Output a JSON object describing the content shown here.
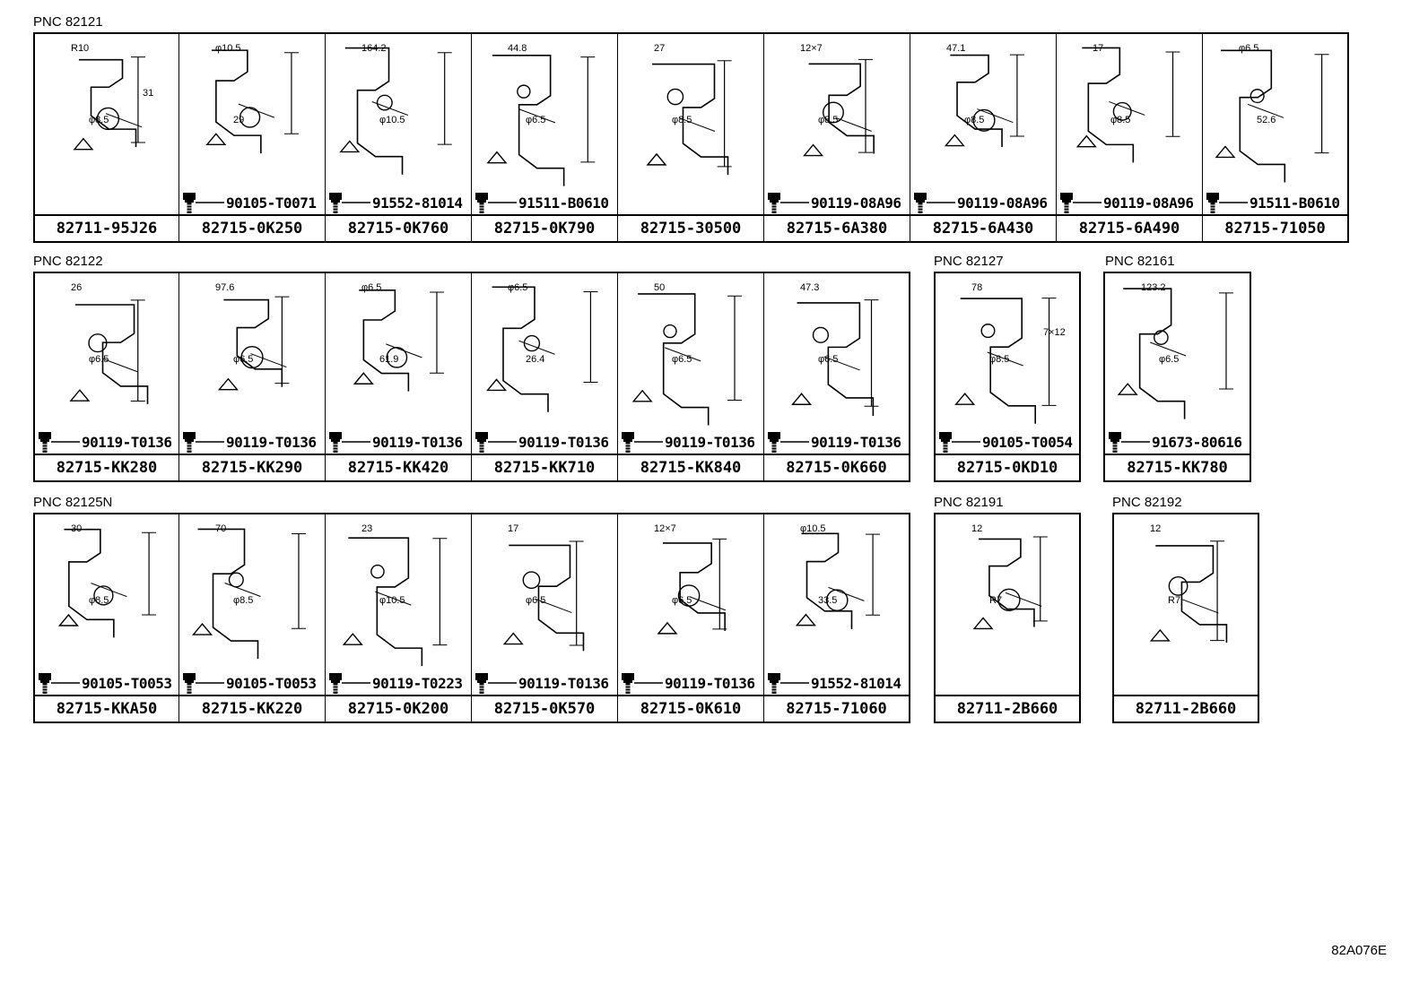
{
  "groups": [
    {
      "pnc": "PNC 82121",
      "cells": [
        {
          "part": "82711-95J26",
          "bolt": "",
          "dims": [
            "R10",
            "φ8.5",
            "31"
          ]
        },
        {
          "part": "82715-0K250",
          "bolt": "90105-T0071",
          "dims": [
            "φ10.5",
            "29"
          ]
        },
        {
          "part": "82715-0K760",
          "bolt": "91552-81014",
          "dims": [
            "164.2",
            "φ10.5"
          ]
        },
        {
          "part": "82715-0K790",
          "bolt": "91511-B0610",
          "dims": [
            "44.8",
            "φ6.5"
          ]
        },
        {
          "part": "82715-30500",
          "bolt": "",
          "dims": [
            "27",
            "φ8.5"
          ]
        },
        {
          "part": "82715-6A380",
          "bolt": "90119-08A96",
          "dims": [
            "12×7",
            "φ8.5"
          ]
        },
        {
          "part": "82715-6A430",
          "bolt": "90119-08A96",
          "dims": [
            "47.1",
            "φ8.5"
          ]
        },
        {
          "part": "82715-6A490",
          "bolt": "90119-08A96",
          "dims": [
            "17",
            "φ8.5"
          ]
        },
        {
          "part": "82715-71050",
          "bolt": "91511-B0610",
          "dims": [
            "φ6.5",
            "52.6"
          ]
        }
      ]
    },
    {
      "pnc": "PNC 82122",
      "cells": [
        {
          "part": "82715-KK280",
          "bolt": "90119-T0136",
          "dims": [
            "26",
            "φ6.5"
          ]
        },
        {
          "part": "82715-KK290",
          "bolt": "90119-T0136",
          "dims": [
            "97.6",
            "φ6.5"
          ]
        },
        {
          "part": "82715-KK420",
          "bolt": "90119-T0136",
          "dims": [
            "φ6.5",
            "61.9"
          ]
        },
        {
          "part": "82715-KK710",
          "bolt": "90119-T0136",
          "dims": [
            "φ6.5",
            "26.4"
          ]
        },
        {
          "part": "82715-KK840",
          "bolt": "90119-T0136",
          "dims": [
            "50",
            "φ6.5"
          ]
        },
        {
          "part": "82715-0K660",
          "bolt": "90119-T0136",
          "dims": [
            "47.3",
            "φ6.5"
          ]
        }
      ]
    },
    {
      "pnc": "PNC 82127",
      "cells": [
        {
          "part": "82715-0KD10",
          "bolt": "90105-T0054",
          "dims": [
            "78",
            "φ8.5",
            "7×12"
          ]
        }
      ]
    },
    {
      "pnc": "PNC 82161",
      "cells": [
        {
          "part": "82715-KK780",
          "bolt": "91673-80616",
          "dims": [
            "123.2",
            "φ6.5"
          ]
        }
      ]
    },
    {
      "pnc": "PNC 82125N",
      "cells": [
        {
          "part": "82715-KKA50",
          "bolt": "90105-T0053",
          "dims": [
            "30",
            "φ8.5"
          ]
        },
        {
          "part": "82715-KK220",
          "bolt": "90105-T0053",
          "dims": [
            "70",
            "φ8.5"
          ]
        },
        {
          "part": "82715-0K200",
          "bolt": "90119-T0223",
          "dims": [
            "23",
            "φ10.5"
          ]
        },
        {
          "part": "82715-0K570",
          "bolt": "90119-T0136",
          "dims": [
            "17",
            "φ6.5"
          ]
        },
        {
          "part": "82715-0K610",
          "bolt": "90119-T0136",
          "dims": [
            "12×7",
            "φ6.5"
          ]
        },
        {
          "part": "82715-71060",
          "bolt": "91552-81014",
          "dims": [
            "φ10.5",
            "33.5"
          ]
        }
      ]
    },
    {
      "pnc": "PNC 82191",
      "cells": [
        {
          "part": "82711-2B660",
          "bolt": "",
          "dims": [
            "12",
            "R7"
          ]
        }
      ]
    },
    {
      "pnc": "PNC 82192",
      "cells": [
        {
          "part": "82711-2B660",
          "bolt": "",
          "dims": [
            "12",
            "R7"
          ]
        }
      ]
    }
  ],
  "diagram_code": "82A076E"
}
